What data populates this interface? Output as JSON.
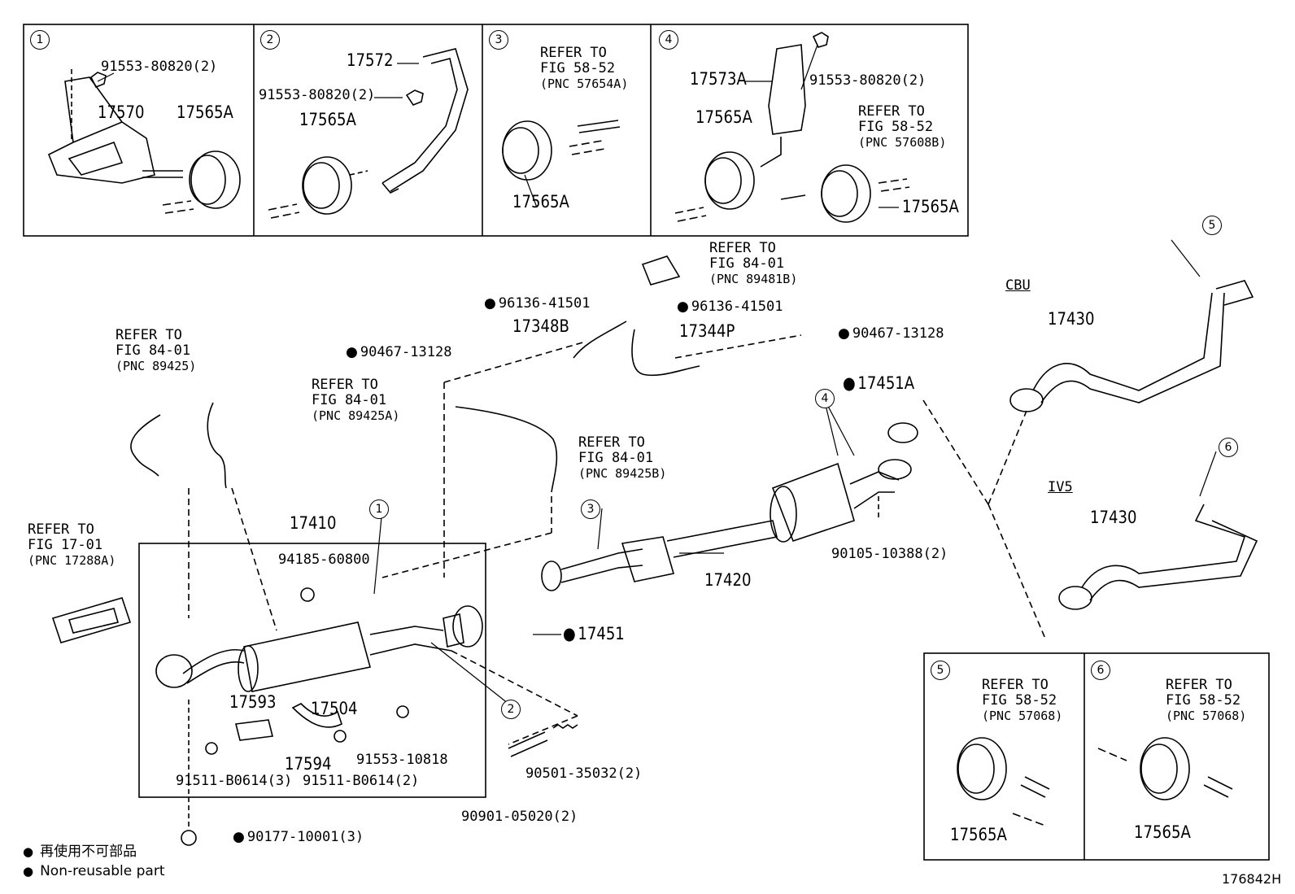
{
  "figure_id": "176842H",
  "legend": {
    "jp": "再使用不可部品",
    "en": "Non-reusable part"
  },
  "callout_numbers": [
    "1",
    "2",
    "3",
    "4",
    "5",
    "6"
  ],
  "insets": {
    "i1": {
      "num": "1",
      "parts": {
        "bolt": "91553-80820(2)",
        "bracket": "17570",
        "insulator": "17565A"
      }
    },
    "i2": {
      "num": "2",
      "parts": {
        "bracket": "17572",
        "bolt": "91553-80820(2)",
        "insulator": "17565A"
      }
    },
    "i3": {
      "num": "3",
      "refer": [
        "REFER TO",
        "FIG 58-52",
        "(PNC 57654A)"
      ],
      "insulator": "17565A"
    },
    "i4": {
      "num": "4",
      "parts": {
        "bracket": "17573A",
        "bolt": "91553-80820(2)",
        "insulator_a": "17565A",
        "insulator_b": "17565A"
      },
      "refer": [
        "REFER TO",
        "FIG 58-52",
        "(PNC 57608B)"
      ]
    },
    "i5": {
      "num": "5",
      "refer": [
        "REFER TO",
        "FIG 58-52",
        "(PNC 57068)"
      ],
      "insulator": "17565A"
    },
    "i6": {
      "num": "6",
      "refer": [
        "REFER TO",
        "FIG 58-52",
        "(PNC 57068)"
      ],
      "insulator": "17565A"
    }
  },
  "labels": {
    "ref_89481b": [
      "REFER TO",
      "FIG 84-01",
      "(PNC 89481B)"
    ],
    "clamp_left": "96136-41501",
    "clamp_right": "96136-41501",
    "hose_a": "17348B",
    "hose_b": "17344P",
    "clip_left": "90467-13128",
    "clip_right": "90467-13128",
    "gasket_top": "17451A",
    "ref_89425": [
      "REFER TO",
      "FIG 84-01",
      "(PNC 89425)"
    ],
    "ref_89425a": [
      "REFER TO",
      "FIG 84-01",
      "(PNC 89425A)"
    ],
    "ref_89425b": [
      "REFER TO",
      "FIG 84-01",
      "(PNC 89425B)"
    ],
    "ref_17288a": [
      "REFER TO",
      "FIG 17-01",
      "(PNC 17288A)"
    ],
    "front_pipe": "17410",
    "nut_94185": "94185-60800",
    "center_pipe": "17420",
    "bolt_90105": "90105-10388(2)",
    "gasket_mid": "17451",
    "cbu": "CBU",
    "iv5": "IV5",
    "tail_cbu": "17430",
    "tail_iv5": "17430",
    "p17593": "17593",
    "p17504": "17504",
    "p17594": "17594",
    "p91553_10818": "91553-10818",
    "p91511_a": "91511-B0614(3)",
    "p91511_b": "91511-B0614(2)",
    "p90501": "90501-35032(2)",
    "p90901": "90901-05020(2)",
    "p90177": "90177-10001(3)"
  }
}
